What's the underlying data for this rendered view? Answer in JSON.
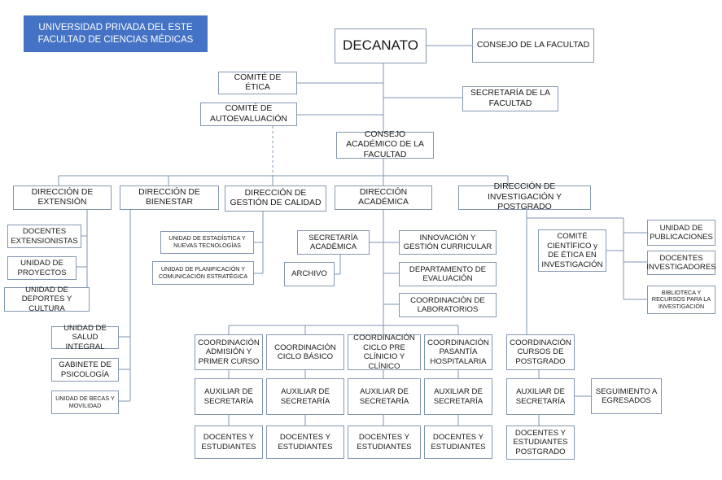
{
  "header": {
    "line1": "UNIVERSIDAD PRIVADA DEL ESTE",
    "line2": "FACULTAD DE CIENCIAS MÉDICAS"
  },
  "nodes": {
    "decanato": "DECANATO",
    "consejo_facultad": "CONSEJO DE LA FACULTAD",
    "comite_etica": "COMITÉ DE ÉTICA",
    "secretaria_facultad": "SECRETARÍA DE LA FACULTAD",
    "comite_autoevaluacion": "COMITÉ DE AUTOEVALUACIÓN",
    "consejo_academico": "CONSEJO ACADÉMICO DE LA FACULTAD",
    "dir_extension": "DIRECCIÓN DE EXTENSIÓN",
    "dir_bienestar": "DIRECCIÓN DE BIENESTAR",
    "dir_calidad": "DIRECCIÓN DE GESTIÓN DE CALIDAD",
    "dir_academica": "DIRECCIÓN ACADÉMICA",
    "dir_investigacion": "DIRECCIÓN DE  INVESTIGACIÓN Y POSTGRADO",
    "docentes_extensionistas": "DOCENTES EXTENSIONISTAS",
    "unidad_proyectos": "UNIDAD DE PROYECTOS",
    "unidad_deportes": "UNIDAD DE DEPORTES Y CULTURA",
    "unidad_salud": "UNIDAD DE SALUD INTEGRAL",
    "gabinete_psicologia": "GABINETE DE PSICOLOGÍA",
    "unidad_becas": "UNIDAD DE BECAS Y MOVILIDAD",
    "unidad_estadistica": "UNIDAD DE ESTADÍSTICA Y NUEVAS TECNOLOGÍAS",
    "unidad_planificacion": "UNIDAD DE PLANIFICACIÓN Y COMUNICACIÓN ESTRATÉGICA",
    "secretaria_academica": "SECRETARÍA ACADÉMICA",
    "archivo": "ARCHIVO",
    "innovacion": "INNOVACIÓN Y GESTIÓN CURRICULAR",
    "depto_evaluacion": "DEPARTAMENTO DE EVALUACIÓN",
    "coord_laboratorios": "COORDINACIÓN DE LABORATORIOS",
    "comite_cientifico": "COMITÉ CIENTÍFICO y DE ÉTICA EN INVESTIGACIÓN",
    "unidad_publicaciones": "UNIDAD DE PUBLICACIONES",
    "docentes_investigadores": "DOCENTES INVESTIGADORES",
    "biblioteca": "BIBLIOTECA Y RECURSOS PARA LA INVESTIGACIÓN",
    "coord_admision": "COORDINACIÓN ADMISIÓN Y PRIMER CURSO",
    "coord_basico": "COORDINACIÓN CICLO BÁSICO",
    "coord_preclinico": "COORDINACIÓN CICLO PRE CLÍNICIO Y CLÍNICO",
    "coord_pasantia": "COORDINACIÓN PASANTÍA HOSPITALARIA",
    "coord_postgrado": "COORDINACIÓN CURSOS DE POSTGRADO",
    "aux_1": "AUXILIAR DE SECRETARÍA",
    "aux_2": "AUXILIAR DE SECRETARÍA",
    "aux_3": "AUXILIAR DE SECRETARÍA",
    "aux_4": "AUXILIAR DE SECRETARÍA",
    "aux_5": "AUXILIAR DE SECRETARÍA",
    "seguimiento": "SEGUIMIENTO A EGRESADOS",
    "docentes_1": "DOCENTES Y ESTUDIANTES",
    "docentes_2": "DOCENTES Y ESTUDIANTES",
    "docentes_3": "DOCENTES Y ESTUDIANTES",
    "docentes_4": "DOCENTES Y ESTUDIANTES",
    "docentes_5": "DOCENTES Y ESTUDIANTES POSTGRADO"
  },
  "colors": {
    "header_bg": "#4472c4",
    "line": "#7f95b3",
    "border": "#8497b0"
  }
}
